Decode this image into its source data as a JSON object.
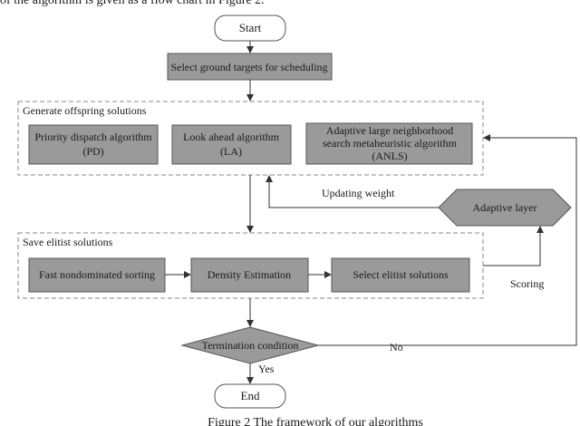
{
  "top_caption": "of the algorithm is given as a flow chart in Figure 2.",
  "nodes": {
    "start": "Start",
    "select_targets": "Select ground targets for scheduling",
    "generate_group": "Generate offspring solutions",
    "pd_line1": "Priority dispatch algorithm",
    "pd_line2": "(PD)",
    "la_line1": "Look ahead algorithm",
    "la_line2": "(LA)",
    "anls_line1": "Adaptive large neighborhood",
    "anls_line2": "search metaheuristic algorithm",
    "anls_line3": "(ANLS)",
    "updating_weight": "Updating weight",
    "adaptive_layer": "Adaptive layer",
    "save_group": "Save elitist solutions",
    "fast_sort": "Fast nondominated sorting",
    "density": "Density Estimation",
    "select_elitist": "Select elitist solutions",
    "scoring": "Scoring",
    "termination": "Termination condition",
    "no": "No",
    "yes": "Yes",
    "end": "End"
  },
  "figure_caption": "Figure 2 The framework of our algorithms",
  "colors": {
    "box_fill": "#9a9a9a",
    "line": "#333333",
    "dash_border": "#888888"
  }
}
